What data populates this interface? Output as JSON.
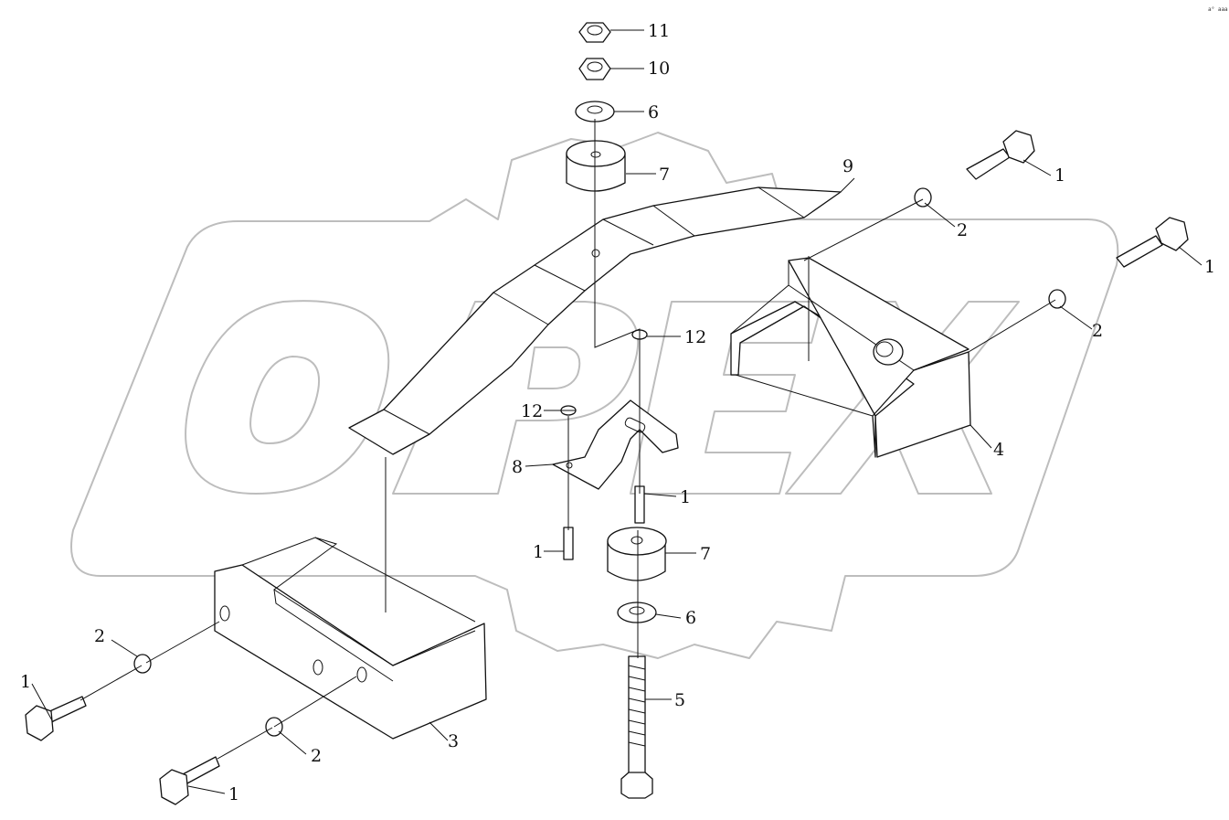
{
  "diagram": {
    "watermark_text": "OPEX",
    "corner_mark": "a° aaa",
    "callouts": [
      {
        "id": "c11",
        "label": "11"
      },
      {
        "id": "c10",
        "label": "10"
      },
      {
        "id": "c6a",
        "label": "6"
      },
      {
        "id": "c7a",
        "label": "7"
      },
      {
        "id": "c9",
        "label": "9"
      },
      {
        "id": "c1a",
        "label": "1"
      },
      {
        "id": "c2a",
        "label": "2"
      },
      {
        "id": "c1b",
        "label": "1"
      },
      {
        "id": "c2b",
        "label": "2"
      },
      {
        "id": "c12a",
        "label": "12"
      },
      {
        "id": "c12b",
        "label": "12"
      },
      {
        "id": "c8",
        "label": "8"
      },
      {
        "id": "c4",
        "label": "4"
      },
      {
        "id": "c1c",
        "label": "1"
      },
      {
        "id": "c1d",
        "label": "1"
      },
      {
        "id": "c7b",
        "label": "7"
      },
      {
        "id": "c6b",
        "label": "6"
      },
      {
        "id": "c5",
        "label": "5"
      },
      {
        "id": "c2c",
        "label": "2"
      },
      {
        "id": "c1e",
        "label": "1"
      },
      {
        "id": "c3",
        "label": "3"
      },
      {
        "id": "c2d",
        "label": "2"
      },
      {
        "id": "c1f",
        "label": "1"
      }
    ]
  }
}
